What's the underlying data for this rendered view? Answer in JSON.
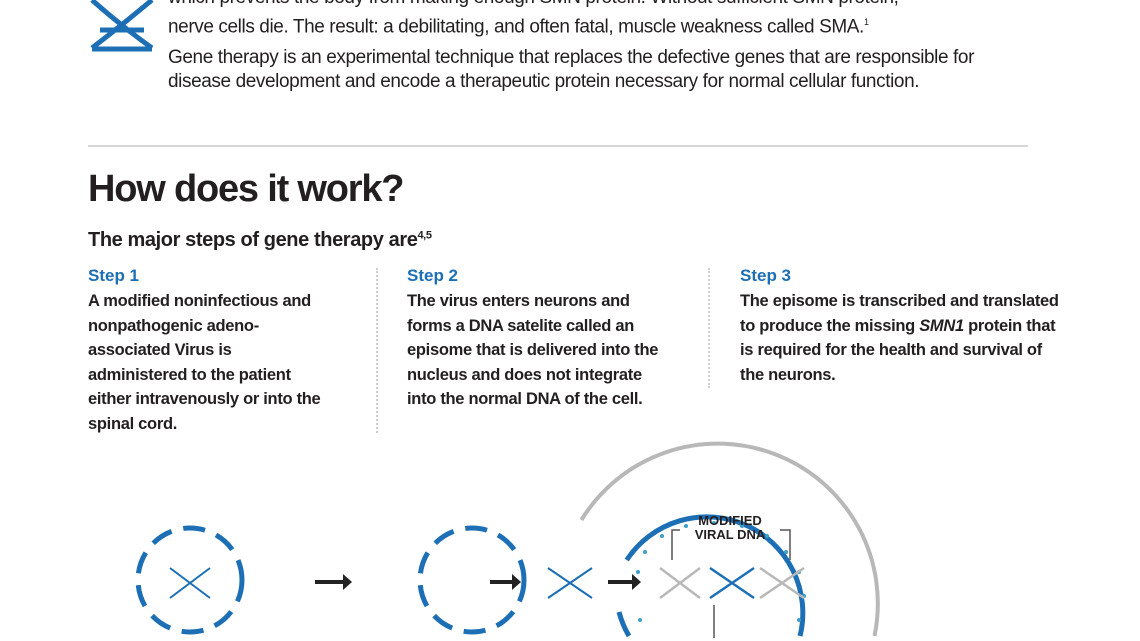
{
  "intro": {
    "cut_line": "which prevents the body from making enough SMN protein. Without sufficient SMN protein,",
    "p1": "nerve cells die. The result: a debilitating, and often fatal, muscle weakness called SMA.",
    "p1_ref": "1",
    "p2": "Gene therapy is an experimental technique that replaces the defective genes that are responsible for disease development and encode a therapeutic protein necessary for normal cellular function."
  },
  "heading": "How does it work?",
  "subheading": "The major steps of gene therapy are",
  "subheading_ref": "4,5",
  "steps": [
    {
      "label": "Step 1",
      "text": "A modified noninfectious and nonpathogenic adeno-associated Virus is administered to the patient either intravenously or into the spinal cord."
    },
    {
      "label": "Step 2",
      "text": "The virus enters neurons and forms a DNA satelite called an episome that is delivered into the nucleus and does not integrate into the normal DNA of the cell."
    },
    {
      "label": "Step 3",
      "text_pre": "The episome is transcribed and translated to produce the missing ",
      "text_em": "SMN1",
      "text_post": " protein that is required for the health and survival of the neurons."
    }
  ],
  "diagram": {
    "label_line1": "MODIFIED",
    "label_line2": "VIRAL DNA"
  },
  "colors": {
    "accent": "#1d6fb5",
    "gray": "#b8b8b8"
  }
}
